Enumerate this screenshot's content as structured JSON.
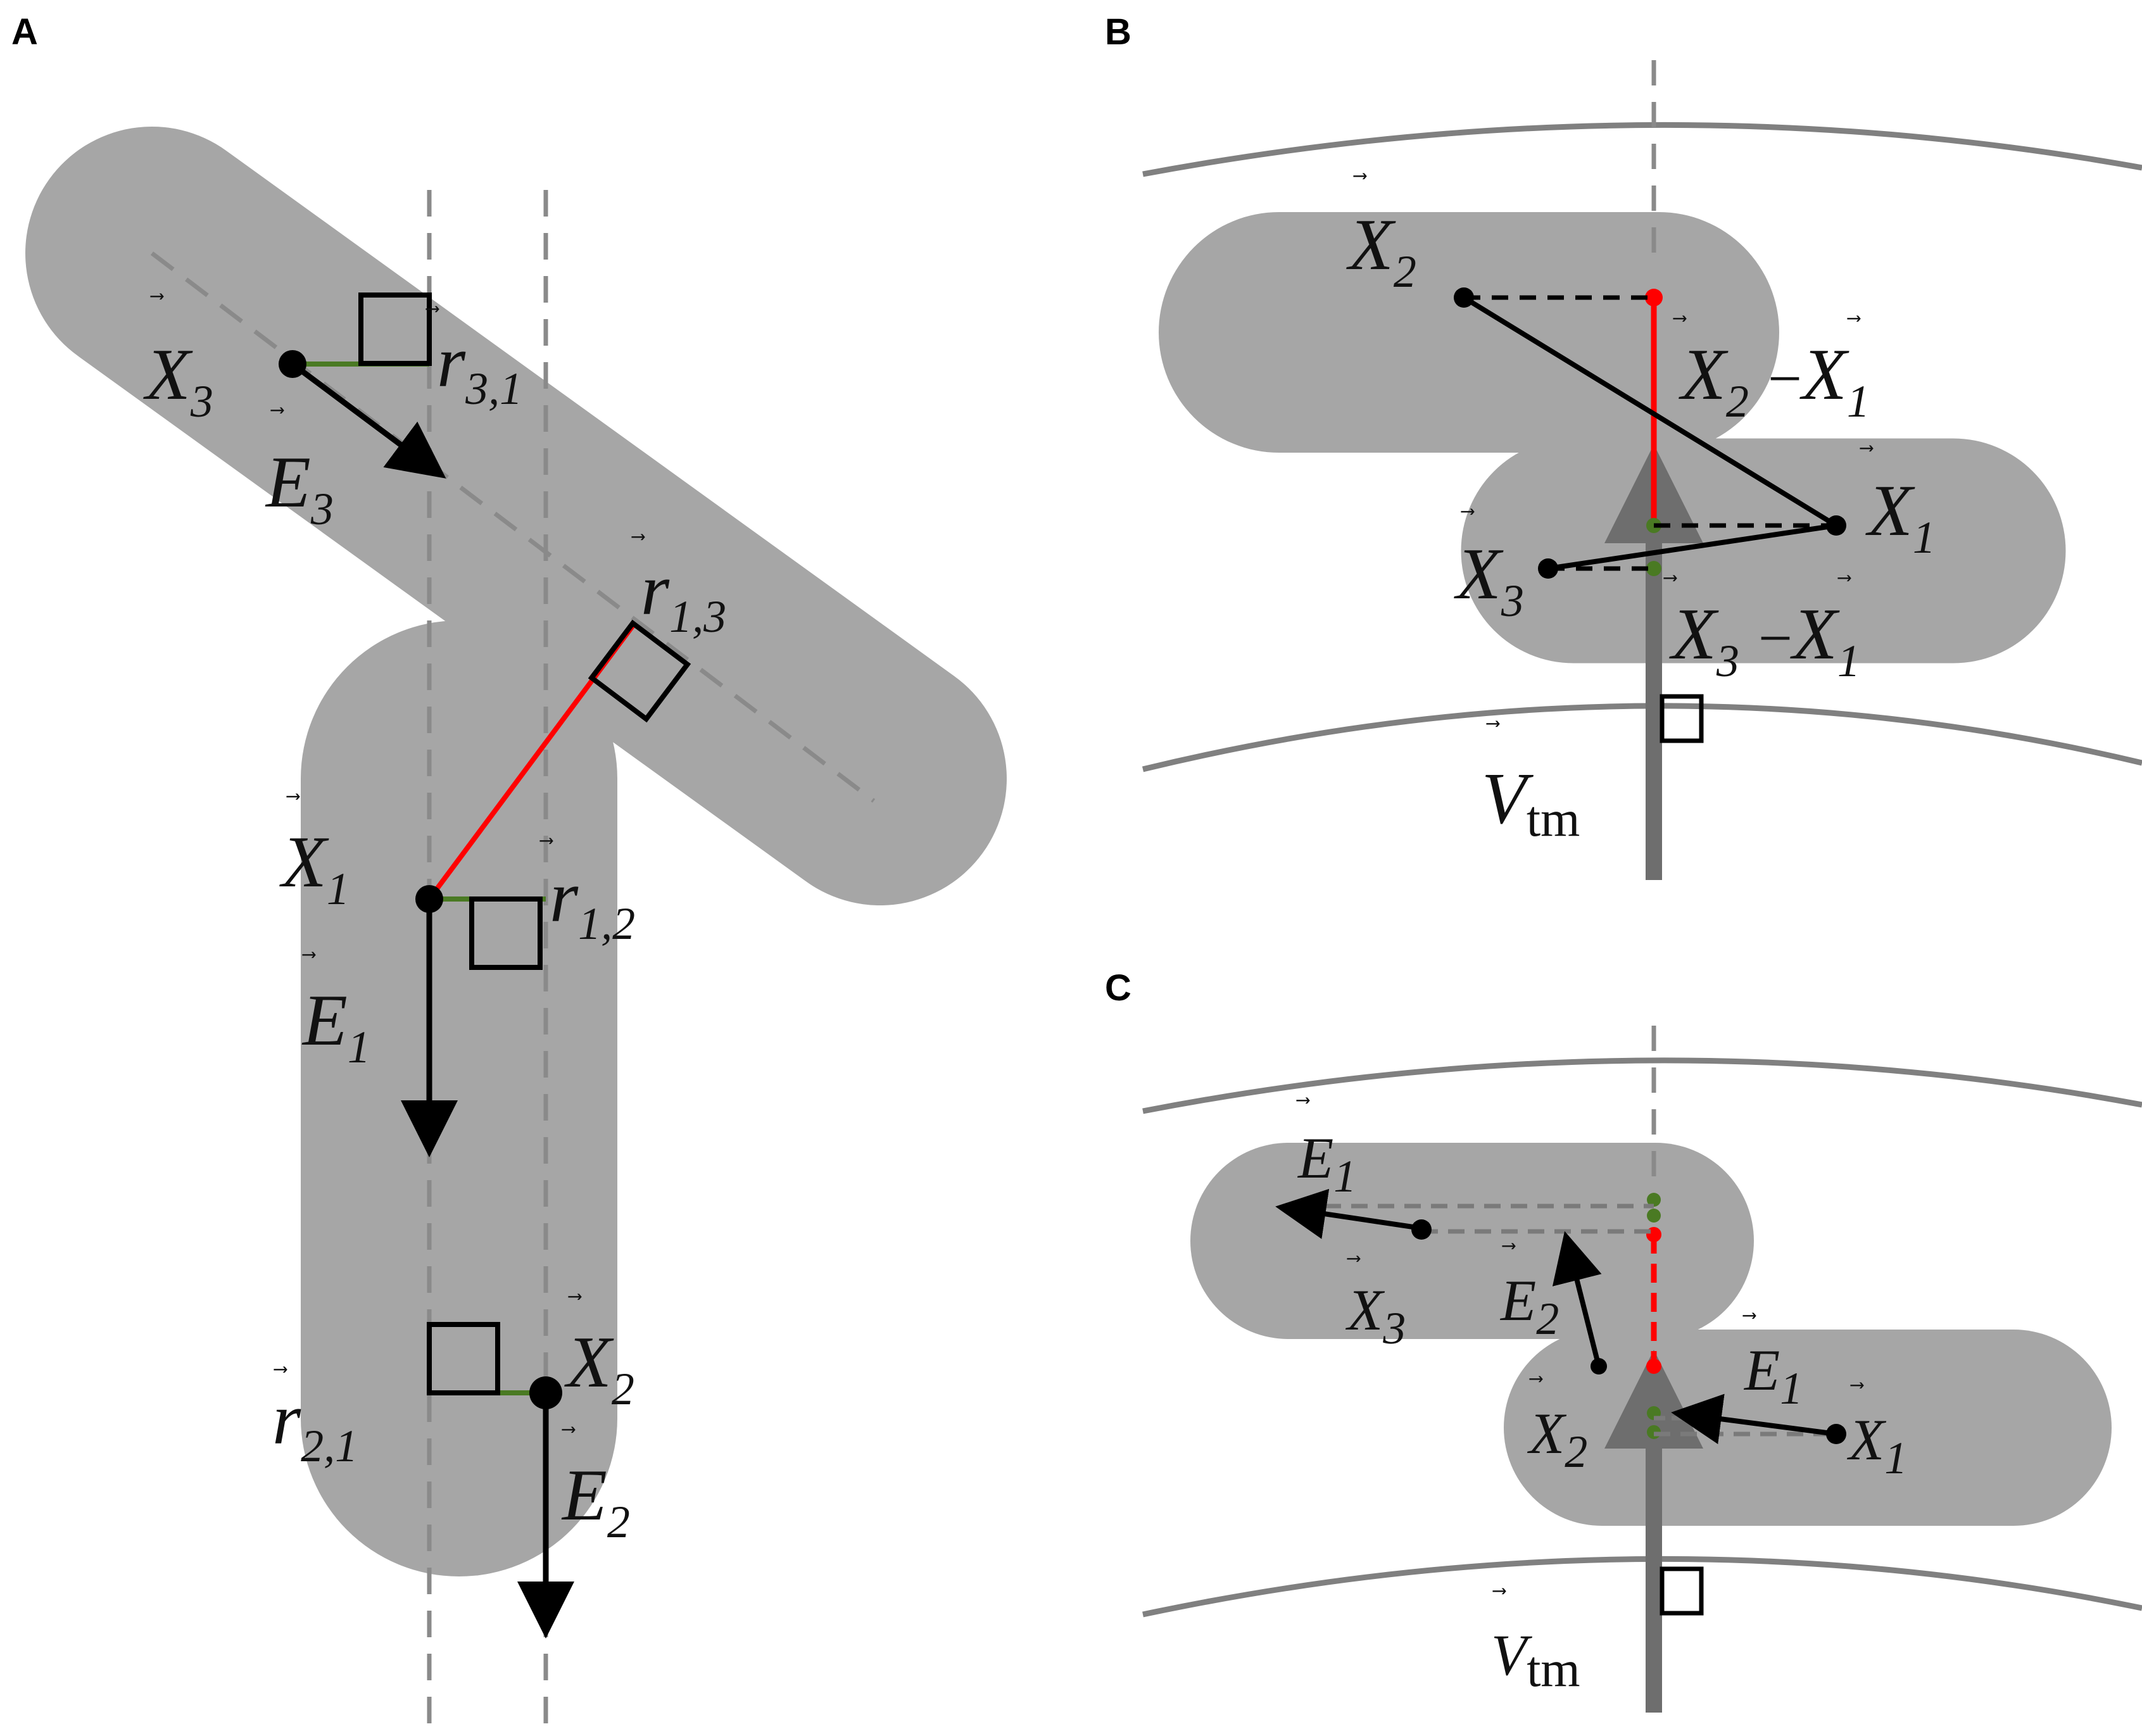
{
  "panels": {
    "A": {
      "letter": "A",
      "labels": {
        "X3": {
          "base": "X",
          "sub": "3"
        },
        "E3": {
          "base": "E",
          "sub": "3"
        },
        "r31": {
          "base": "r",
          "sub": "3,1"
        },
        "r13": {
          "base": "r",
          "sub": "1,3"
        },
        "X1": {
          "base": "X",
          "sub": "1"
        },
        "r12": {
          "base": "r",
          "sub": "1,2"
        },
        "E1": {
          "base": "E",
          "sub": "1"
        },
        "X2": {
          "base": "X",
          "sub": "2"
        },
        "r21": {
          "base": "r",
          "sub": "2,1"
        },
        "E2": {
          "base": "E",
          "sub": "2"
        }
      }
    },
    "B": {
      "letter": "B",
      "labels": {
        "X2": {
          "base": "X",
          "sub": "2"
        },
        "X2mX1": {
          "a": "X",
          "a_sub": "2",
          "op": "−",
          "b": "X",
          "b_sub": "1"
        },
        "X1": {
          "base": "X",
          "sub": "1"
        },
        "X3": {
          "base": "X",
          "sub": "3"
        },
        "X3mX1": {
          "a": "X",
          "a_sub": "3",
          "op": "−",
          "b": "X",
          "b_sub": "1"
        },
        "Vtm": {
          "base": "V",
          "sub": "tm"
        }
      }
    },
    "C": {
      "letter": "C",
      "labels": {
        "E1_top": {
          "base": "E",
          "sub": "1"
        },
        "X3": {
          "base": "X",
          "sub": "3"
        },
        "E2": {
          "base": "E",
          "sub": "2"
        },
        "X2": {
          "base": "X",
          "sub": "2"
        },
        "E1": {
          "base": "E",
          "sub": "1"
        },
        "X1": {
          "base": "X",
          "sub": "1"
        },
        "Vtm": {
          "base": "V",
          "sub": "tm"
        }
      }
    }
  },
  "vector_arrow_glyph": "⃗",
  "colors": {
    "body": "#a6a6a6",
    "red": "#ff0000",
    "green": "#4a7a23",
    "dashed": "#8a8a8a",
    "membrane": "#808080",
    "vtm": "#6e6e6e",
    "ink": "#000000"
  }
}
